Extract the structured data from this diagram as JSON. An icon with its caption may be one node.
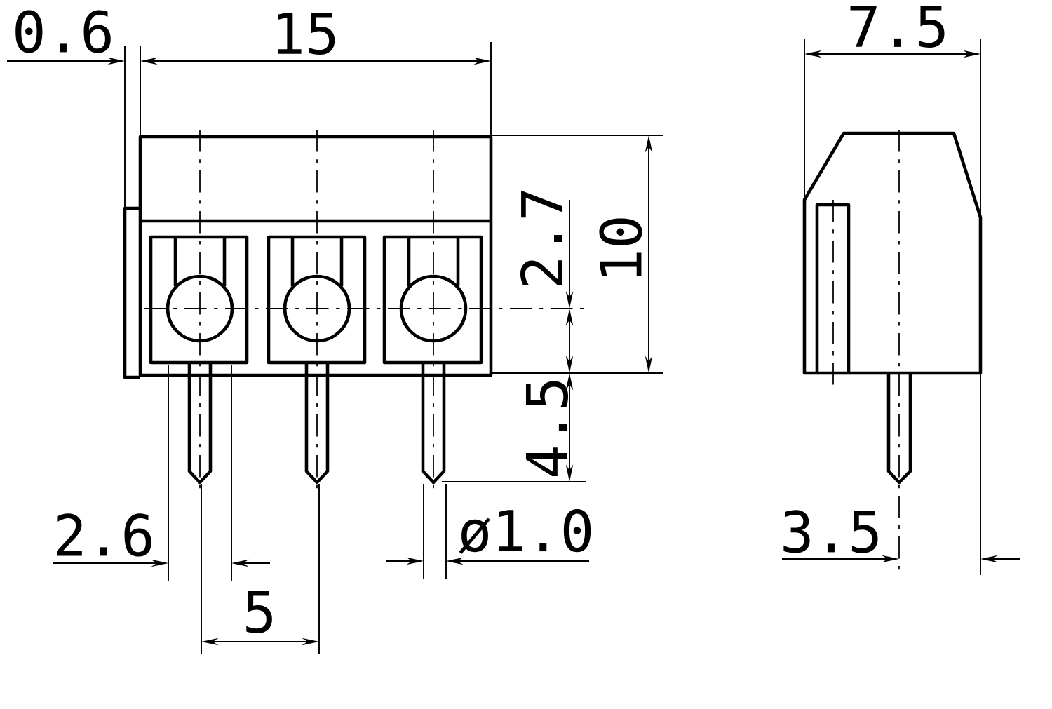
{
  "diagram": {
    "labels": [
      "0.6",
      "15",
      "7.5",
      "2.7",
      "10",
      "4.5",
      "2.6",
      "ø1.0",
      "3.5",
      "5"
    ]
  }
}
